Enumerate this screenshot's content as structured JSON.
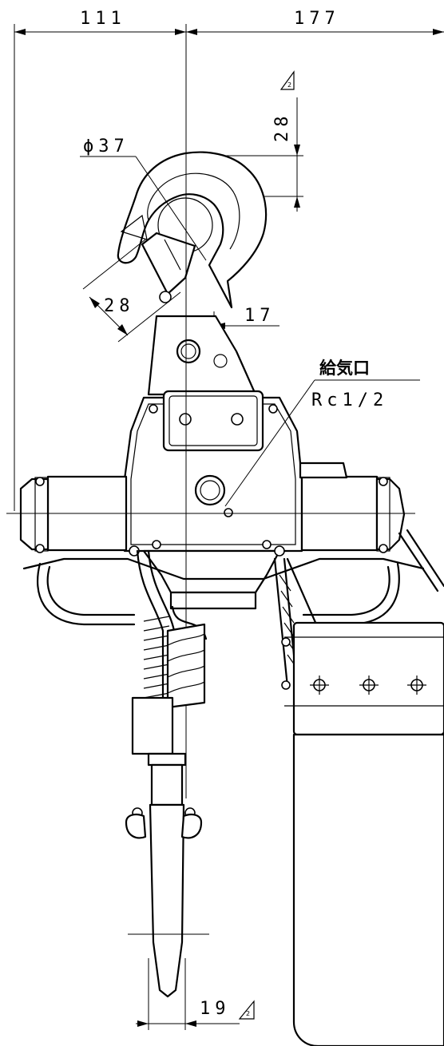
{
  "dimensions": {
    "left_width": "111",
    "right_width": "177",
    "hook_offset": "28",
    "hook_diameter": "ϕ37",
    "hook_opening": "28",
    "hook_center_offset": "17",
    "hook_bottom_width": "19"
  },
  "revision_mark": "2",
  "air_inlet": {
    "label": "給気口",
    "thread": "Rc1/2"
  }
}
